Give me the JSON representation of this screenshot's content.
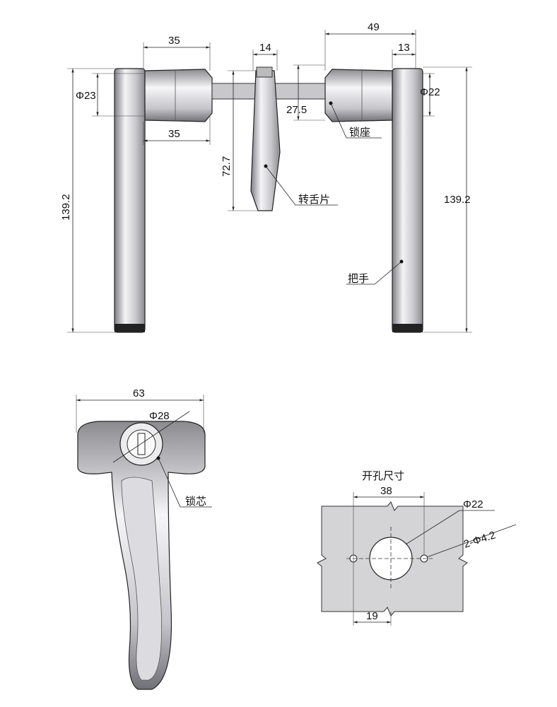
{
  "front_view": {
    "dims": {
      "left_knob_length_top": "35",
      "tongue_width": "14",
      "right_total": "49",
      "right_handle_width": "13",
      "left_knob_dia": "Φ23",
      "left_knob_length_bottom": "35",
      "right_offset": "27.5",
      "right_knob_dia": "Φ22",
      "tongue_length": "72.7",
      "left_height": "139.2",
      "right_height": "139.2"
    },
    "labels": {
      "lock_seat": "锁座",
      "tongue": "转舌片",
      "handle": "把手"
    }
  },
  "top_view": {
    "dims": {
      "width": "63",
      "core_dia": "Φ28"
    },
    "labels": {
      "lock_core": "锁芯"
    }
  },
  "cutout": {
    "title": "开孔尺寸",
    "dims": {
      "hole_spacing": "38",
      "center_hole": "Φ22",
      "small_holes": "2-Φ4.2",
      "half_spacing": "19"
    }
  },
  "colors": {
    "metal_light": "#e8e8ea",
    "metal_dark": "#8a8a90",
    "cutout_fill": "#d4d4d6"
  }
}
